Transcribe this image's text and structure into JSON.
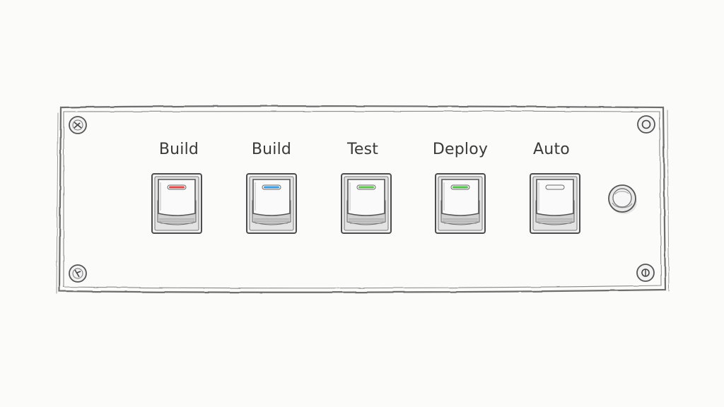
{
  "panel": {
    "switches": [
      {
        "label": "Build",
        "led_color": "#e04848"
      },
      {
        "label": "Build",
        "led_color": "#3d9be0"
      },
      {
        "label": "Test",
        "led_color": "#5fc24e"
      },
      {
        "label": "Deploy",
        "led_color": "#52c04a"
      },
      {
        "label": "Auto",
        "led_color": "#f4f4f4"
      }
    ],
    "screw_icon": "screw-icon",
    "knob_icon": "knob-icon"
  }
}
